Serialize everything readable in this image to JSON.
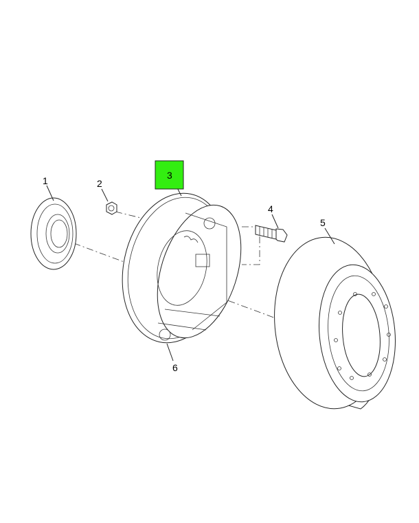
{
  "diagram": {
    "callouts": [
      {
        "label": "1",
        "part": "seal"
      },
      {
        "label": "2",
        "part": "nut"
      },
      {
        "label": "3",
        "part": "brake-assembly"
      },
      {
        "label": "4",
        "part": "bolt"
      },
      {
        "label": "5",
        "part": "brake-drum"
      },
      {
        "label": "6",
        "part": "spider-backing-plate"
      }
    ],
    "highlight_color": "#33ee11",
    "highlighted_callout": "3"
  }
}
